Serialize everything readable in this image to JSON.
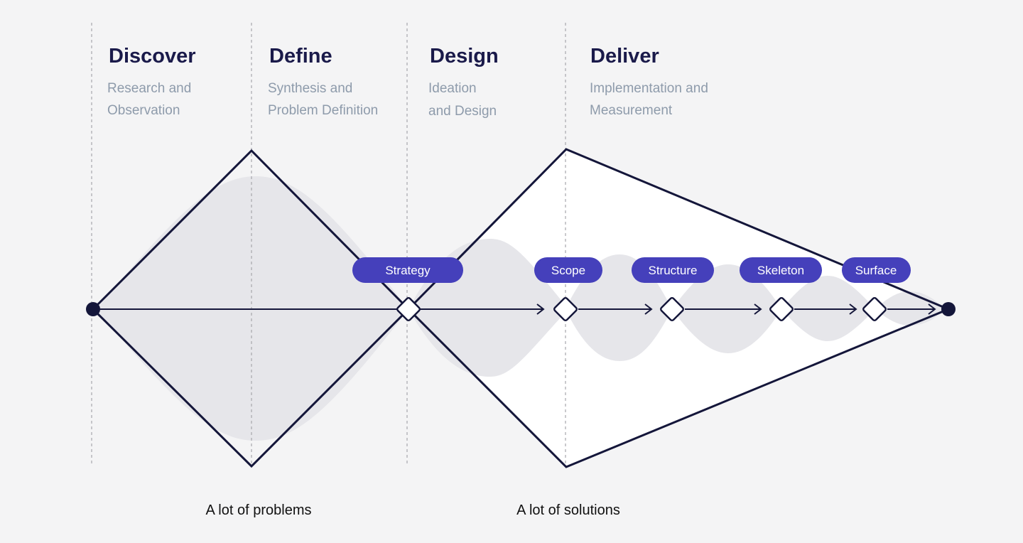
{
  "phases": [
    {
      "title": "Discover",
      "subtitle": [
        "Research and",
        "Observation"
      ]
    },
    {
      "title": "Define",
      "subtitle": [
        "Synthesis and",
        "Problem Definition"
      ]
    },
    {
      "title": "Design",
      "subtitle": [
        "Ideation",
        "and Design"
      ]
    },
    {
      "title": "Deliver",
      "subtitle": [
        "Implementation and",
        "Measurement"
      ]
    }
  ],
  "stages": [
    {
      "label": "Strategy"
    },
    {
      "label": "Scope"
    },
    {
      "label": "Structure"
    },
    {
      "label": "Skeleton"
    },
    {
      "label": "Surface"
    }
  ],
  "bottom_labels": {
    "problems": "A lot of problems",
    "solutions": "A lot of solutions"
  },
  "colors": {
    "background": "#f4f4f5",
    "outline": "#14163a",
    "pill": "#4540bb",
    "shape_fill": "#e6e6ea",
    "subtitle": "#8e9bab"
  }
}
